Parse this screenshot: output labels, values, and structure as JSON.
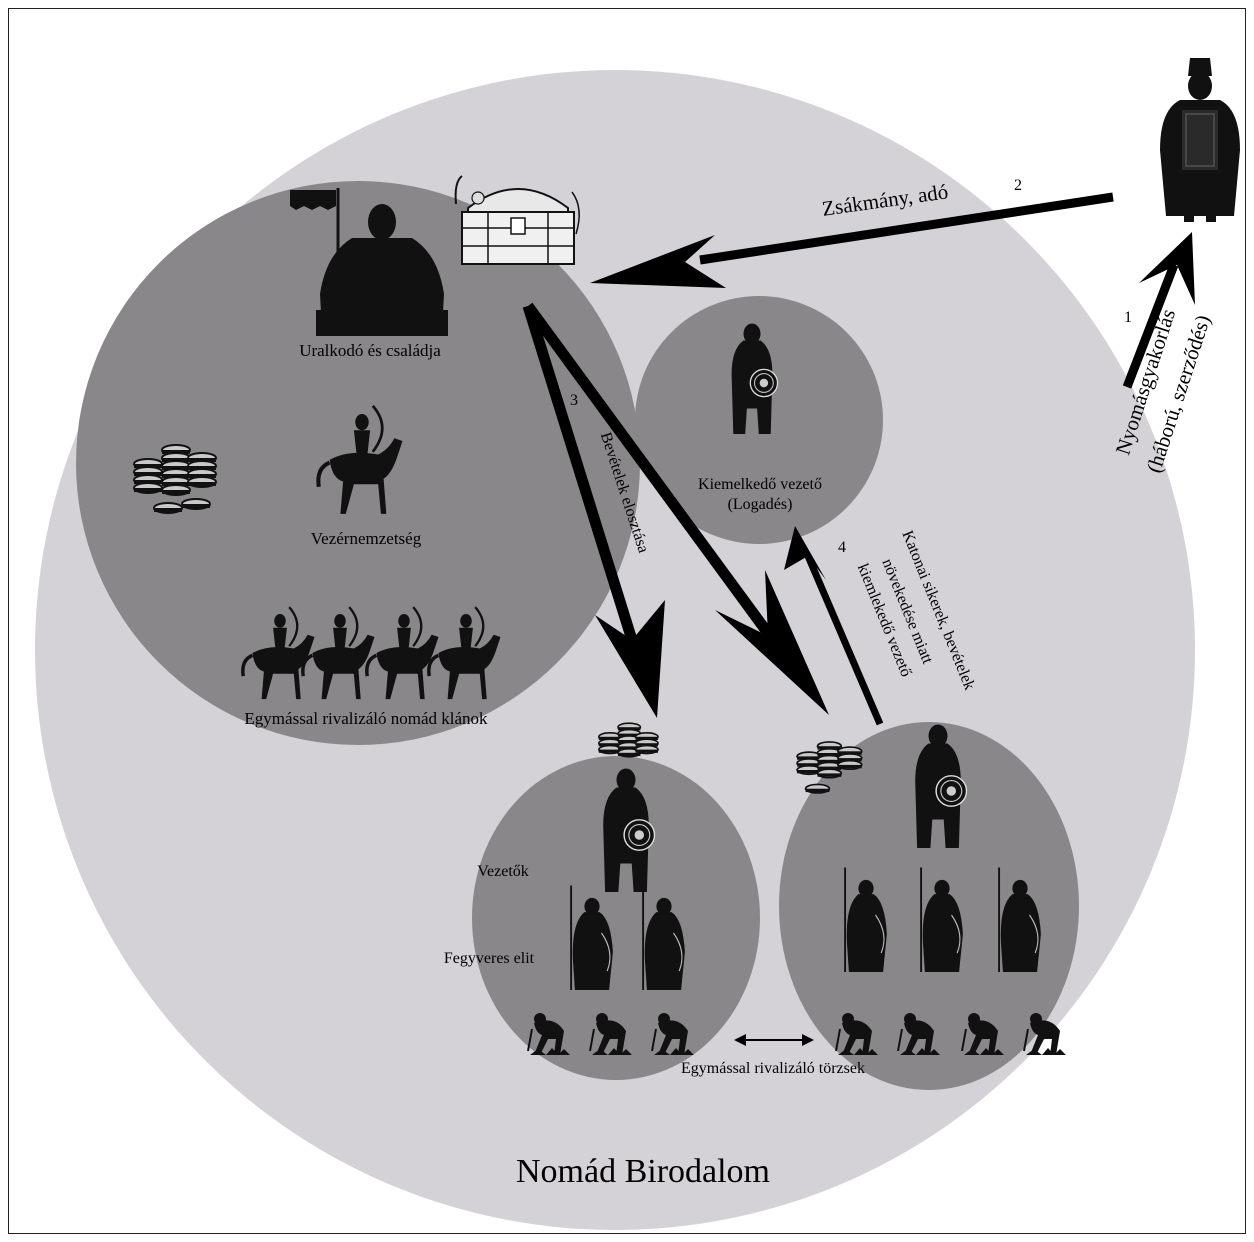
{
  "title": "Nomád Birodalom",
  "colors": {
    "background": "#ffffff",
    "outer_circle": "#d4d2d6",
    "inner_circle": "#8a878b",
    "silhouette": "#111111"
  },
  "steps": {
    "step1_number": "1",
    "step1_line1": "Nyomásgyakorlás",
    "step1_line2": "(háború, szerződés)",
    "step2_number": "2",
    "step2_label": "Zsákmány, adó",
    "step3_number": "3",
    "step3_label": "Bevételek elosztása",
    "step4_number": "4",
    "step4_line1": "Katonai sikerek, bevételek",
    "step4_line2": "növekedése miatt",
    "step4_line3": "kiemlekedő vezető"
  },
  "ruler_circle": {
    "ruler_label": "Uralkodó és családja",
    "dynasty_label": "Vezérnemzetség",
    "clans_label": "Egymással rivalizáló nomád klánok"
  },
  "prominent_circle": {
    "line1": "Kiemelkedő vezető",
    "line2": "(Logadés)"
  },
  "tribe_left": {
    "leaders_label": "Vezetők",
    "elite_label": "Fegyveres elit"
  },
  "tribes_label": "Egymással rivalizáló törzsek",
  "icons": [
    "emperor-icon",
    "treasure-chest-icon",
    "banner-icon",
    "ruler-icon",
    "coins-icon",
    "horse-archer-icon",
    "warrior-shield-icon",
    "spearman-icon",
    "peasant-icon"
  ]
}
